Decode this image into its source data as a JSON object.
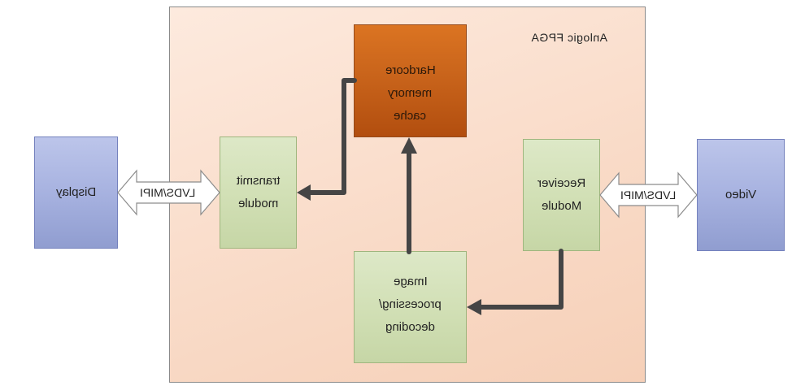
{
  "fpga": {
    "label": "Anlogic FPGA"
  },
  "blocks": {
    "memory": {
      "lines": [
        "Hardcore",
        "memory",
        "cache"
      ]
    },
    "transmit": {
      "lines": [
        "transmit",
        "module"
      ]
    },
    "receiver": {
      "lines": [
        "Receiver",
        "Module"
      ]
    },
    "image": {
      "lines": [
        "Image",
        "processing/",
        "decoding"
      ]
    },
    "display": {
      "label": "Display"
    },
    "video": {
      "label": "Video"
    }
  },
  "interfaces": {
    "left": "LVDS/MIPI",
    "right": "LVDS/MIPI"
  },
  "colors": {
    "fpga_fill": "#f9dbc8",
    "memory_fill": "#c9641b",
    "module_fill": "#d2e0b6",
    "io_fill": "#a7b2e0",
    "connector": "#454545",
    "interface_arrow_fill": "#ffffff"
  },
  "text_orientation": "mirrored"
}
